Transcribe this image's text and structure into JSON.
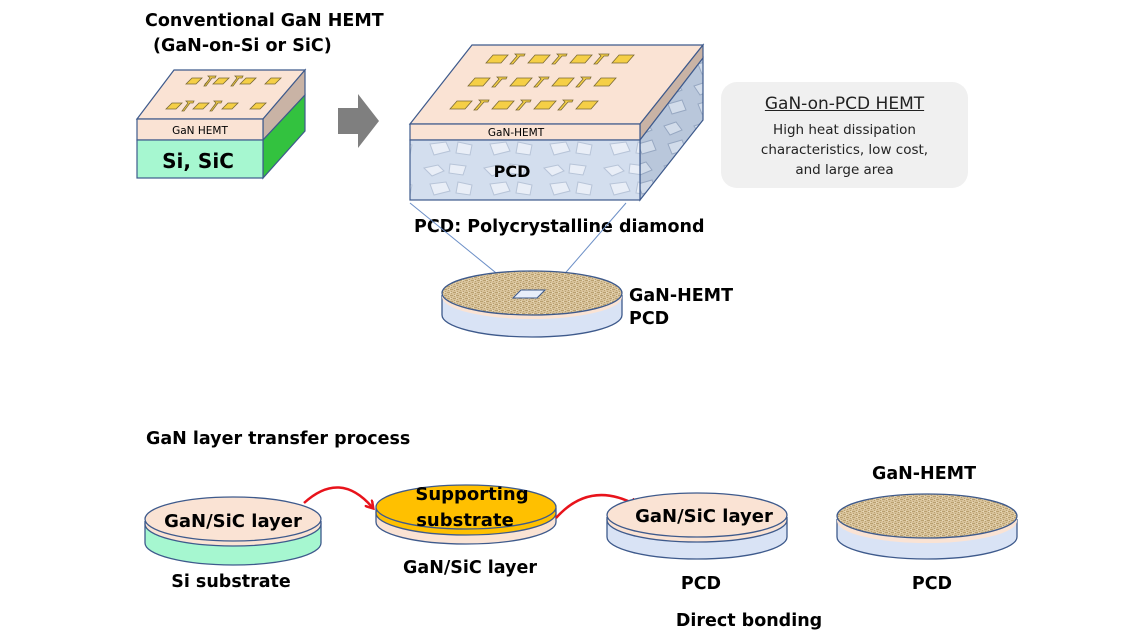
{
  "top": {
    "conventional_title_line1": "Conventional GaN HEMT",
    "conventional_title_line2": "(GaN-on-Si or SiC)",
    "conventional_block": {
      "layer_label": "GaN HEMT",
      "substrate_label": "Si, SiC"
    },
    "arrow": "right-arrow-icon",
    "pcd_block": {
      "layer_label": "GaN-HEMT",
      "substrate_label": "PCD"
    },
    "pcd_definition": "PCD: Polycrystalline diamond",
    "wafer_labels": [
      "GaN-HEMT",
      "PCD"
    ],
    "callout": {
      "title": "GaN-on-PCD HEMT",
      "description_lines": [
        "High heat dissipation",
        "characteristics, low cost,",
        "and large area"
      ]
    }
  },
  "process": {
    "title": "GaN layer transfer process",
    "steps": [
      {
        "top_label": "GaN/SiC layer",
        "bottom_label": "Si substrate"
      },
      {
        "top_label_line1": "Supporting",
        "top_label_line2": "substrate",
        "bottom_label": "GaN/SiC layer"
      },
      {
        "top_label": "GaN/SiC layer",
        "bottom_label": "PCD",
        "caption": "Direct bonding"
      },
      {
        "above_label": "GaN-HEMT",
        "bottom_label": "PCD"
      }
    ]
  },
  "colors": {
    "gan": "#fae3d4",
    "si_sic_green": "#a6f7d0",
    "side_green": "#33c23f",
    "pcd": "#d9e3f5",
    "support": "#ffc000",
    "gold_pad": "#f5cf46",
    "outline": "#3e5a8c",
    "arrow_red": "#e8131b",
    "arrow_gray": "#7f7f7f"
  }
}
